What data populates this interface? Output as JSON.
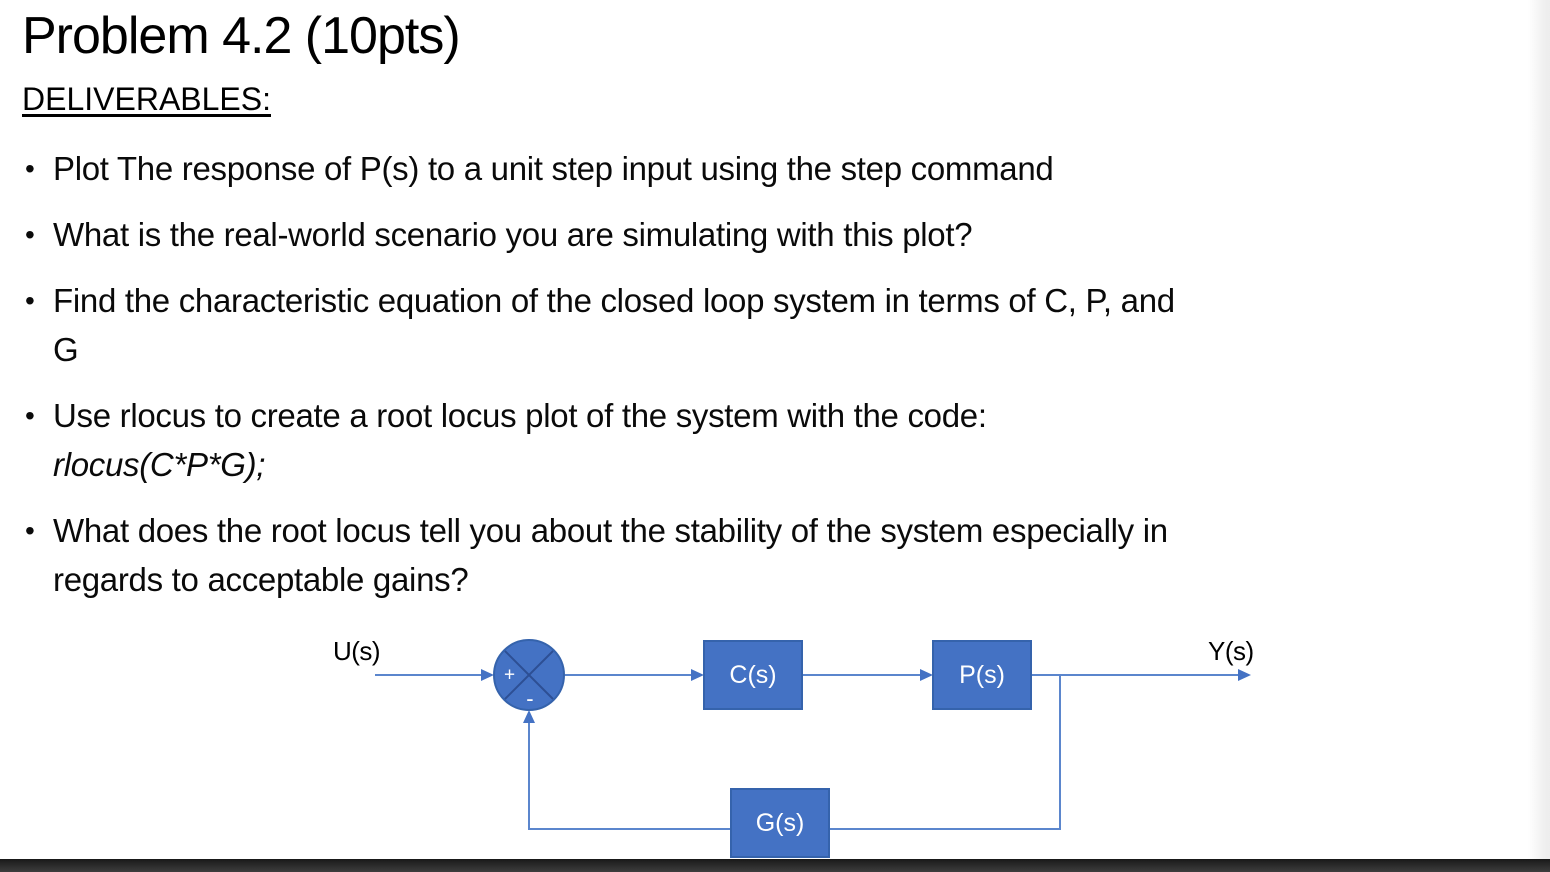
{
  "slide": {
    "title": "Problem 4.2 (10pts)",
    "heading": "DELIVERABLES:",
    "bullet_char": "•",
    "bullets": [
      {
        "line1": "Plot The response of P(s) to a unit step input using the step command"
      },
      {
        "line1": "What is the real-world scenario you are simulating with this plot?"
      },
      {
        "line1": "Find the characteristic equation of the closed loop system in terms of C, P, and",
        "line2": "G"
      },
      {
        "line1": "Use rlocus to create a root locus plot of the system with the code:",
        "code": "rlocus(C*P*G);"
      },
      {
        "line1": "What does the root locus tell you about the stability of the system especially in",
        "line2": "regards to acceptable gains?"
      }
    ]
  },
  "diagram": {
    "input_label": "U(s)",
    "output_label": "Y(s)",
    "controller_label": "C(s)",
    "plant_label": "P(s)",
    "feedback_label": "G(s)",
    "sum_plus": "+",
    "sum_minus": "-",
    "colors": {
      "block_fill": "#4472C4",
      "block_border": "#3563AC",
      "line": "#5B86CD",
      "cross": "#2D4F94"
    }
  }
}
